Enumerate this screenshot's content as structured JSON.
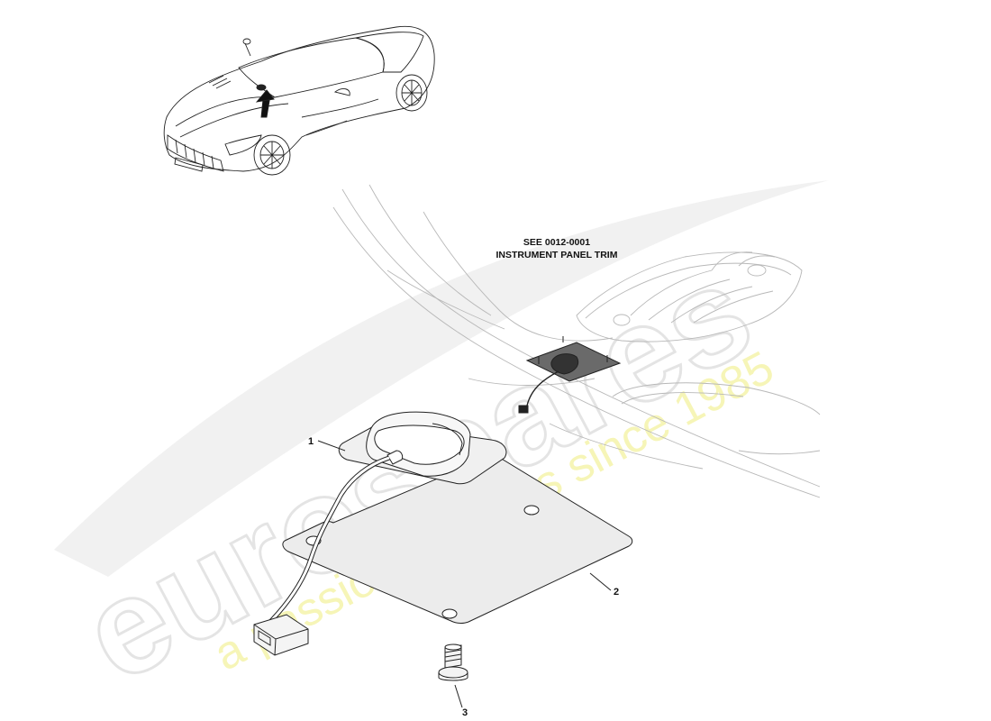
{
  "diagram": {
    "reference_note": {
      "line1": "SEE 0012-0001",
      "line2": "INSTRUMENT PANEL TRIM"
    },
    "callouts": [
      {
        "id": "1",
        "label": "1"
      },
      {
        "id": "2",
        "label": "2"
      },
      {
        "id": "3",
        "label": "3"
      }
    ]
  },
  "watermark": {
    "brand": "eurospares",
    "tagline": "a passion for parts since 1985",
    "brand_color": "#e6e6e6",
    "tagline_color": "#f3f08a"
  },
  "colors": {
    "line": "#222222",
    "light_line": "#b8b8b8",
    "part_fill": "#f2f2f2",
    "plate_fill": "#e9e9e9"
  }
}
